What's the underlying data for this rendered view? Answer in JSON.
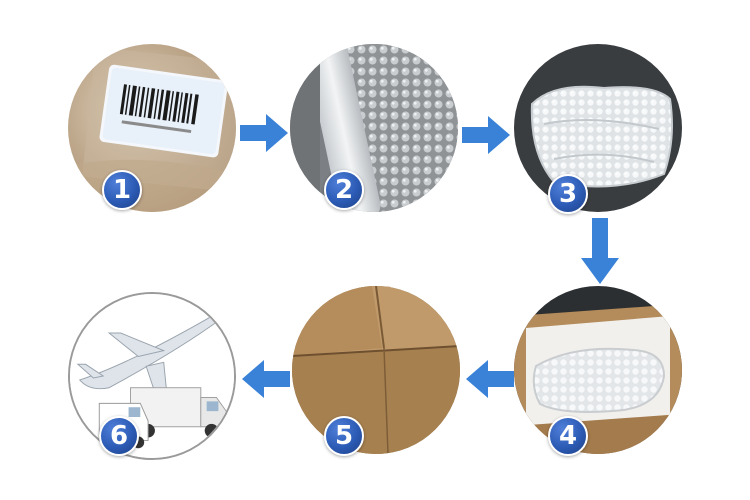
{
  "steps": [
    {
      "number": "1",
      "icon": "barcode-label-bag-icon"
    },
    {
      "number": "2",
      "icon": "bubble-wrap-roll-icon"
    },
    {
      "number": "3",
      "icon": "bubble-wrapped-package-icon"
    },
    {
      "number": "4",
      "icon": "package-in-box-icon"
    },
    {
      "number": "5",
      "icon": "sealed-carton-icon"
    },
    {
      "number": "6",
      "icon": "airplane-and-trucks-icon"
    }
  ],
  "colors": {
    "accent": "#2f5fb8",
    "arrow": "#3a82d8",
    "badge_text": "#ffffff",
    "cardboard": "#b48b5a",
    "background": "#ffffff"
  }
}
